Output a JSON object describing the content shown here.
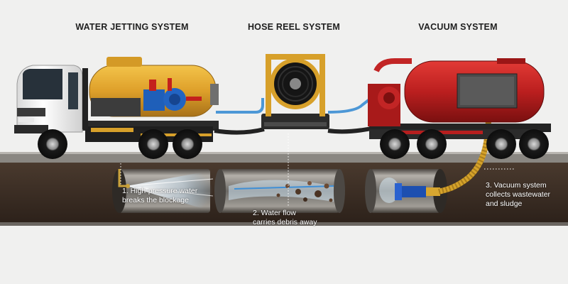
{
  "headings": {
    "water_jetting": "WATER JETTING SYSTEM",
    "hose_reel": "HOSE REEL SYSTEM",
    "vacuum": "VACUUM SYSTEM"
  },
  "callouts": {
    "step1": {
      "line1": "1. High-pressure water",
      "line2": "breaks the blockage"
    },
    "step2": {
      "line1": "2. Water flow",
      "line2": "carries debris away"
    },
    "step3": {
      "line1": "3. Vacuum system",
      "line2": "collects wastewater",
      "line3": "and sludge"
    }
  },
  "colors": {
    "jetting_tank": "#e0a52a",
    "vacuum_tank": "#bf1f1f",
    "water_hose": "#4c97d6",
    "cab": "#f3f3f3",
    "ground": "#3d2f25",
    "pipe": "#8c8983"
  }
}
